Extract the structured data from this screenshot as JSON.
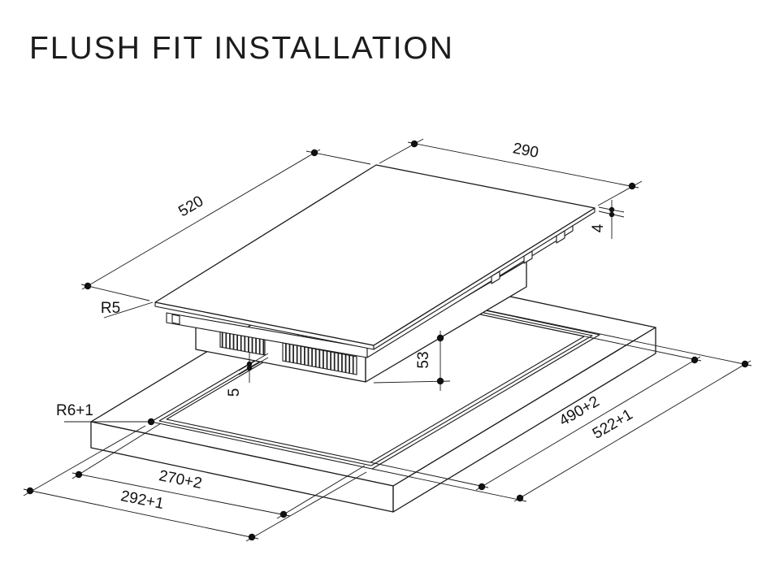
{
  "title": "FLUSH FIT INSTALLATION",
  "dimensions": {
    "glass_width": {
      "label": "290"
    },
    "glass_depth": {
      "label": "520"
    },
    "glass_thickness": {
      "label": "4"
    },
    "glass_corner_radius": {
      "label": "R5"
    },
    "body_height": {
      "label": "53"
    },
    "recess_step_depth": {
      "label": "5"
    },
    "recess_corner_radius": {
      "label": "R6+1"
    },
    "cutout_width": {
      "label": "270+2"
    },
    "recess_width": {
      "label": "292+1"
    },
    "cutout_length": {
      "label": "490+2"
    },
    "recess_length": {
      "label": "522+1"
    }
  },
  "colors": {
    "line": "#1a1a1a",
    "label": "#111111",
    "background": "#ffffff"
  }
}
